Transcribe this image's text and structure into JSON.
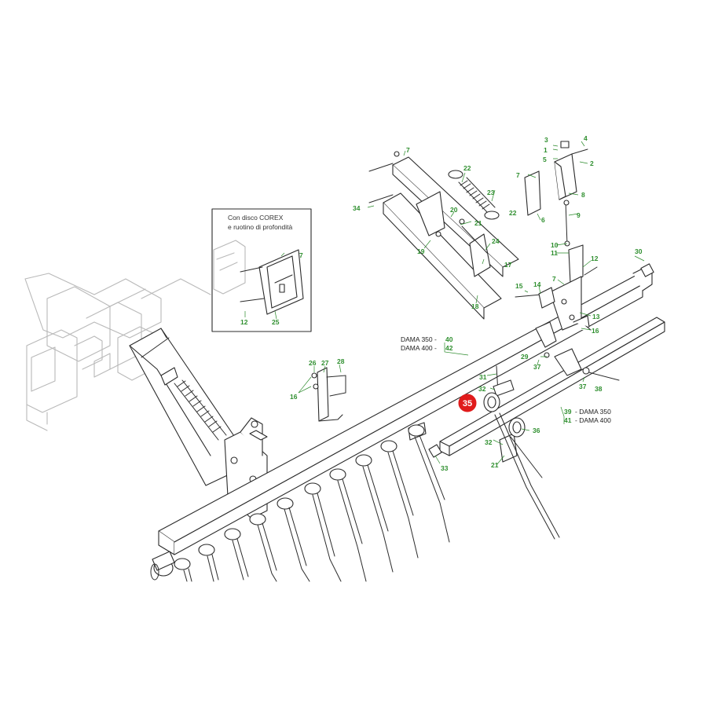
{
  "colors": {
    "callout": "#2f8f2f",
    "highlight": "#e01b1b",
    "line": "#2b2b2b",
    "ghost": "#b9b9b9"
  },
  "inset": {
    "title_line1": "Con disco COREX",
    "title_line2": "e ruotino di profondità"
  },
  "highlight": {
    "label": "35"
  },
  "labels": {
    "l1": "1",
    "l2": "2",
    "l3": "3",
    "l4": "4",
    "l5": "5",
    "l6": "6",
    "l7a": "7",
    "l7b": "7",
    "l7c": "7",
    "l7d": "7",
    "l8": "8",
    "l9": "9",
    "l10": "10",
    "l11": "11",
    "l12a": "12",
    "l12b": "12",
    "l13": "13",
    "l14": "14",
    "l15": "15",
    "l16a": "16",
    "l16b": "16",
    "l17": "17",
    "l18": "18",
    "l19": "19",
    "l20": "20",
    "l21a": "21",
    "l21b": "21",
    "l22a": "22",
    "l22b": "22",
    "l23": "23",
    "l24": "24",
    "l25": "25",
    "l26": "26",
    "l27": "27",
    "l28": "28",
    "l29": "29",
    "l30": "30",
    "l31": "31",
    "l32a": "32",
    "l32b": "32",
    "l33": "33",
    "l34": "34",
    "l36": "36",
    "l37a": "37",
    "l37b": "37",
    "l38": "38",
    "l39": "39",
    "l40": "40",
    "l41": "41",
    "l42": "42"
  },
  "variants": {
    "dama350_front": "DAMA 350 -",
    "dama400_front": "DAMA 400 -",
    "dama350_rear": "- DAMA 350",
    "dama400_rear": "- DAMA 400"
  }
}
